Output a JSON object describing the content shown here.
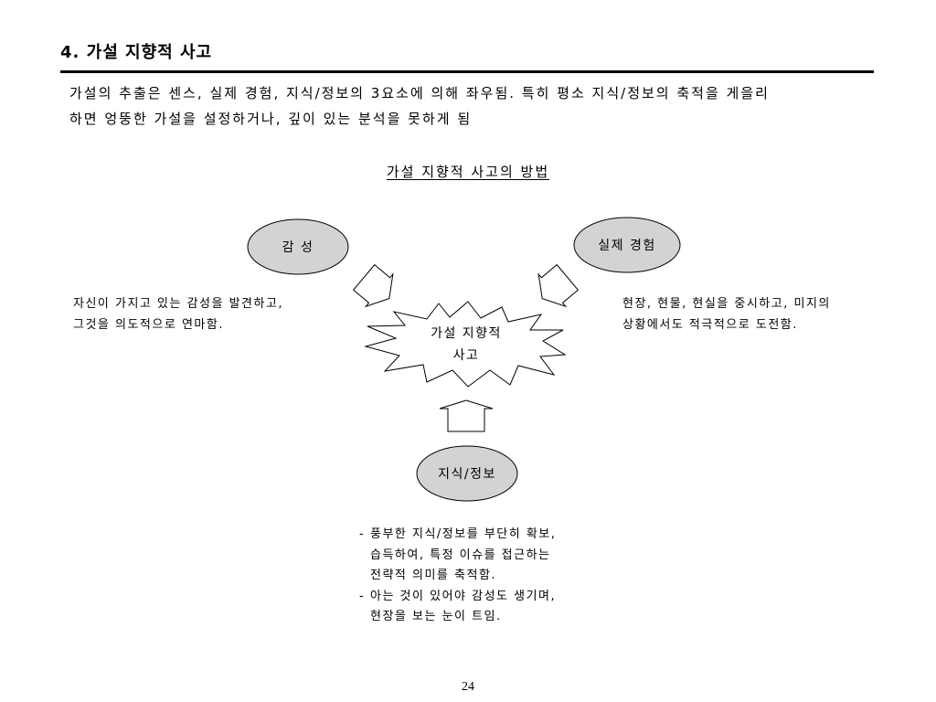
{
  "header": {
    "title": "4. 가설 지향적 사고"
  },
  "intro": {
    "lines": [
      "가설의 추출은 센스, 실제 경험, 지식/정보의 3요소에 의해 좌우됨. 특히 평소 지식/정보의 축적을 게을리",
      "하면 엉뚱한 가설을 설정하거나, 깊이 있는 분석을 못하게 됨"
    ]
  },
  "diagram": {
    "title": "가설 지향적 사고의 방법",
    "center": {
      "lines": [
        "가설 지향적",
        "사고"
      ]
    },
    "nodes": {
      "sense": {
        "label": "감 성",
        "description": [
          "자신이 가지고 있는 감성을 발견하고,",
          "그것을 의도적으로 연마함."
        ]
      },
      "experience": {
        "label": "실제 경험",
        "description": [
          "현장, 현물, 현실을 중시하고, 미지의",
          "상황에서도 적극적으로 도전함."
        ]
      },
      "knowledge": {
        "label": "지식/정보",
        "bullets": [
          {
            "marker": "-",
            "lines": [
              "풍부한 지식/정보를 부단히 확보,",
              "습득하여, 특정 이슈를 접근하는",
              "전략적 의미를 축적함."
            ]
          },
          {
            "marker": "-",
            "lines": [
              "아는 것이 있어야 감성도 생기며,",
              "현장을 보는 눈이 트임."
            ]
          }
        ]
      }
    }
  },
  "page_number": "24",
  "colors": {
    "page_background": "#ffffff",
    "text": "#000000",
    "rule": "#000000",
    "node_fill": "#d3d3d3",
    "outline": "#000000",
    "shape_fill": "#ffffff"
  }
}
